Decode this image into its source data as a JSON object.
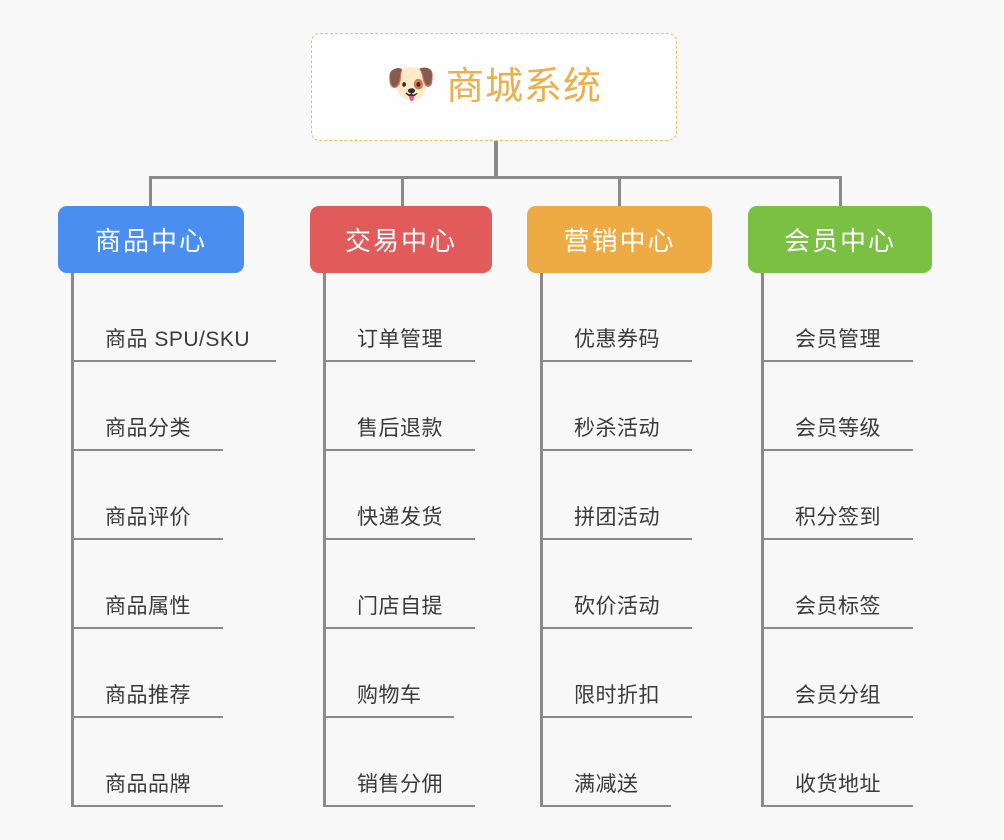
{
  "diagram": {
    "type": "organization-tree",
    "background_color": "#f8f8f8",
    "root": {
      "icon": "dog-face-emoji",
      "icon_glyph": "🐶",
      "title": "商城系统",
      "text_color": "#e9b04b",
      "border_color": "#eebc5e",
      "border_style": "dashed",
      "fill_color": "#fefefe"
    },
    "connector_color": "#8a8a8a",
    "branches": [
      {
        "id": "product-center",
        "label": "商品中心",
        "color": "#4a8ef0",
        "text_color": "#ffffff",
        "items": [
          "商品 SPU/SKU",
          "商品分类",
          "商品评价",
          "商品属性",
          "商品推荐",
          "商品品牌"
        ]
      },
      {
        "id": "trade-center",
        "label": "交易中心",
        "color": "#e25b5b",
        "text_color": "#ffffff",
        "items": [
          "订单管理",
          "售后退款",
          "快递发货",
          "门店自提",
          "购物车",
          "销售分佣"
        ]
      },
      {
        "id": "marketing-center",
        "label": "营销中心",
        "color": "#eeab43",
        "text_color": "#ffffff",
        "items": [
          "优惠券码",
          "秒杀活动",
          "拼团活动",
          "砍价活动",
          "限时折扣",
          "满减送"
        ]
      },
      {
        "id": "member-center",
        "label": "会员中心",
        "color": "#7ac143",
        "text_color": "#ffffff",
        "items": [
          "会员管理",
          "会员等级",
          "积分签到",
          "会员标签",
          "会员分组",
          "收货地址"
        ]
      }
    ]
  }
}
